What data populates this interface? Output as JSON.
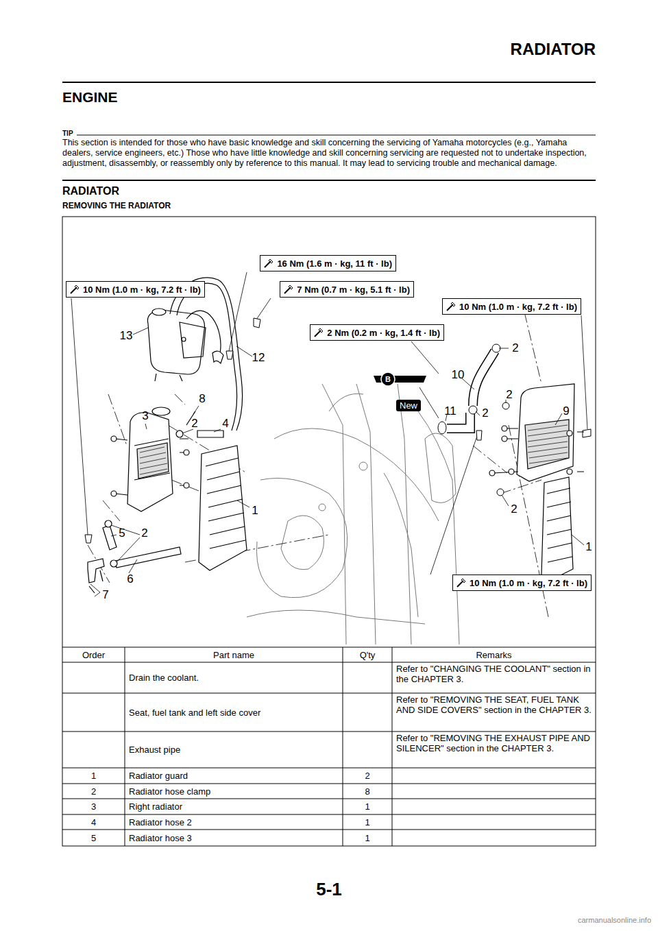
{
  "diagram": {
    "title": "RADIATOR",
    "nodes": [
      {
        "text": [
          "16 Nm (1.6 m · kg, 11 ft · lb)"
        ]
      },
      {
        "text": [
          "10 Nm (1.0 m · kg, 7.2 ft · lb)"
        ]
      },
      {
        "text": [
          "7 Nm (0.7 m · kg, 5.1 ft · lb)"
        ]
      },
      {
        "text": [
          "10 Nm (1.0 m · kg, 7.2 ft · lb)"
        ]
      },
      {
        "text": [
          "2 Nm (0.2 m · kg, 1.4 ft · lb)"
        ]
      },
      {
        "text": [
          "New"
        ]
      },
      {
        "text": [
          "10 Nm (1.0 m · kg, 7.2 ft · lb)"
        ]
      }
    ],
    "labels": [
      "ENGINE",
      "TIP",
      "This section is intended for those who have basic knowledge and skill concerning the servicing of Yamaha motorcycles (e.g., Yamaha dealers, service engineers, etc.)  Those who have little knowledge and skill concerning servicing are requested not to undertake inspection, adjustment, disassembly, or reassembly only by reference to this manual. It may lead to servicing trouble and mechanical damage.",
      "RADIATOR",
      "REMOVING THE RADIATOR",
      "B",
      "13",
      "12",
      "8",
      "3",
      "2",
      "4",
      "1",
      "5",
      "2",
      "6",
      "7",
      "2",
      "10",
      "2",
      "11",
      "2",
      "9",
      "2",
      "1",
      "Order",
      "Part name",
      "Q'ty",
      "Remarks",
      "Drain the coolant.",
      "Refer to \"CHANGING THE COOLANT\" section in the CHAPTER 3.",
      "Seat, fuel tank and left side cover",
      "Refer to \"REMOVING THE SEAT, FUEL TANK AND SIDE COVERS\" section in the CHAPTER 3.",
      "Exhaust pipe",
      "Refer to \"REMOVING THE EXHAUST PIPE AND SILENCER\" section in the CHAPTER 3.",
      "1",
      "Radiator guard",
      "2",
      "2",
      "Radiator hose clamp",
      "8",
      "3",
      "Right radiator",
      "1",
      "4",
      "Radiator hose 2",
      "1",
      "5",
      "Radiator hose 3",
      "1",
      "5-1",
      "carmanualsonline.info"
    ]
  }
}
